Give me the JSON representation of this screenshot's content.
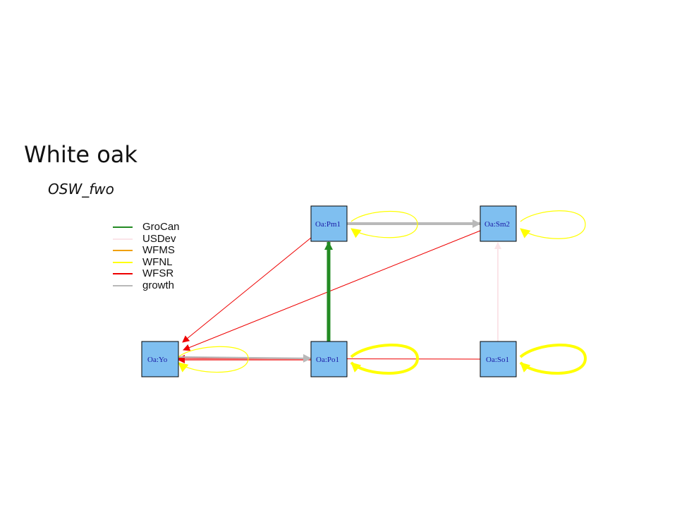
{
  "title": "White oak",
  "subtitle": "OSW_fwo",
  "legend": [
    {
      "label": "GroCan",
      "color": "#238b23"
    },
    {
      "label": "USDev",
      "color": "#fbe4e8"
    },
    {
      "label": "WFMS",
      "color": "#f0a000"
    },
    {
      "label": "WFNL",
      "color": "#ffff00"
    },
    {
      "label": "WFSR",
      "color": "#ee0000"
    },
    {
      "label": "growth",
      "color": "#b9b9b9"
    }
  ],
  "nodes": [
    {
      "id": "yo",
      "label": "Oa:Yo"
    },
    {
      "id": "pm1",
      "label": "Oa:Pm1"
    },
    {
      "id": "sm2",
      "label": "Oa:Sm2"
    },
    {
      "id": "po1",
      "label": "Oa:Po1"
    },
    {
      "id": "so1",
      "label": "Oa:So1"
    }
  ],
  "edges": [
    {
      "from": "pm1",
      "to": "yo",
      "type": "WFSR"
    },
    {
      "from": "sm2",
      "to": "yo",
      "type": "WFSR"
    },
    {
      "from": "po1",
      "to": "yo",
      "type": "WFSR"
    },
    {
      "from": "so1",
      "to": "yo",
      "type": "WFSR"
    },
    {
      "from": "yo",
      "to": "po1",
      "type": "growth"
    },
    {
      "from": "po1",
      "to": "pm1",
      "type": "GroCan"
    },
    {
      "from": "pm1",
      "to": "sm2",
      "type": "growth"
    },
    {
      "from": "so1",
      "to": "sm2",
      "type": "USDev"
    },
    {
      "from": "yo",
      "to": "yo",
      "type": "WFNL"
    },
    {
      "from": "pm1",
      "to": "pm1",
      "type": "WFNL"
    },
    {
      "from": "sm2",
      "to": "sm2",
      "type": "WFNL"
    },
    {
      "from": "po1",
      "to": "po1",
      "type": "WFNL"
    },
    {
      "from": "so1",
      "to": "so1",
      "type": "WFNL"
    }
  ]
}
